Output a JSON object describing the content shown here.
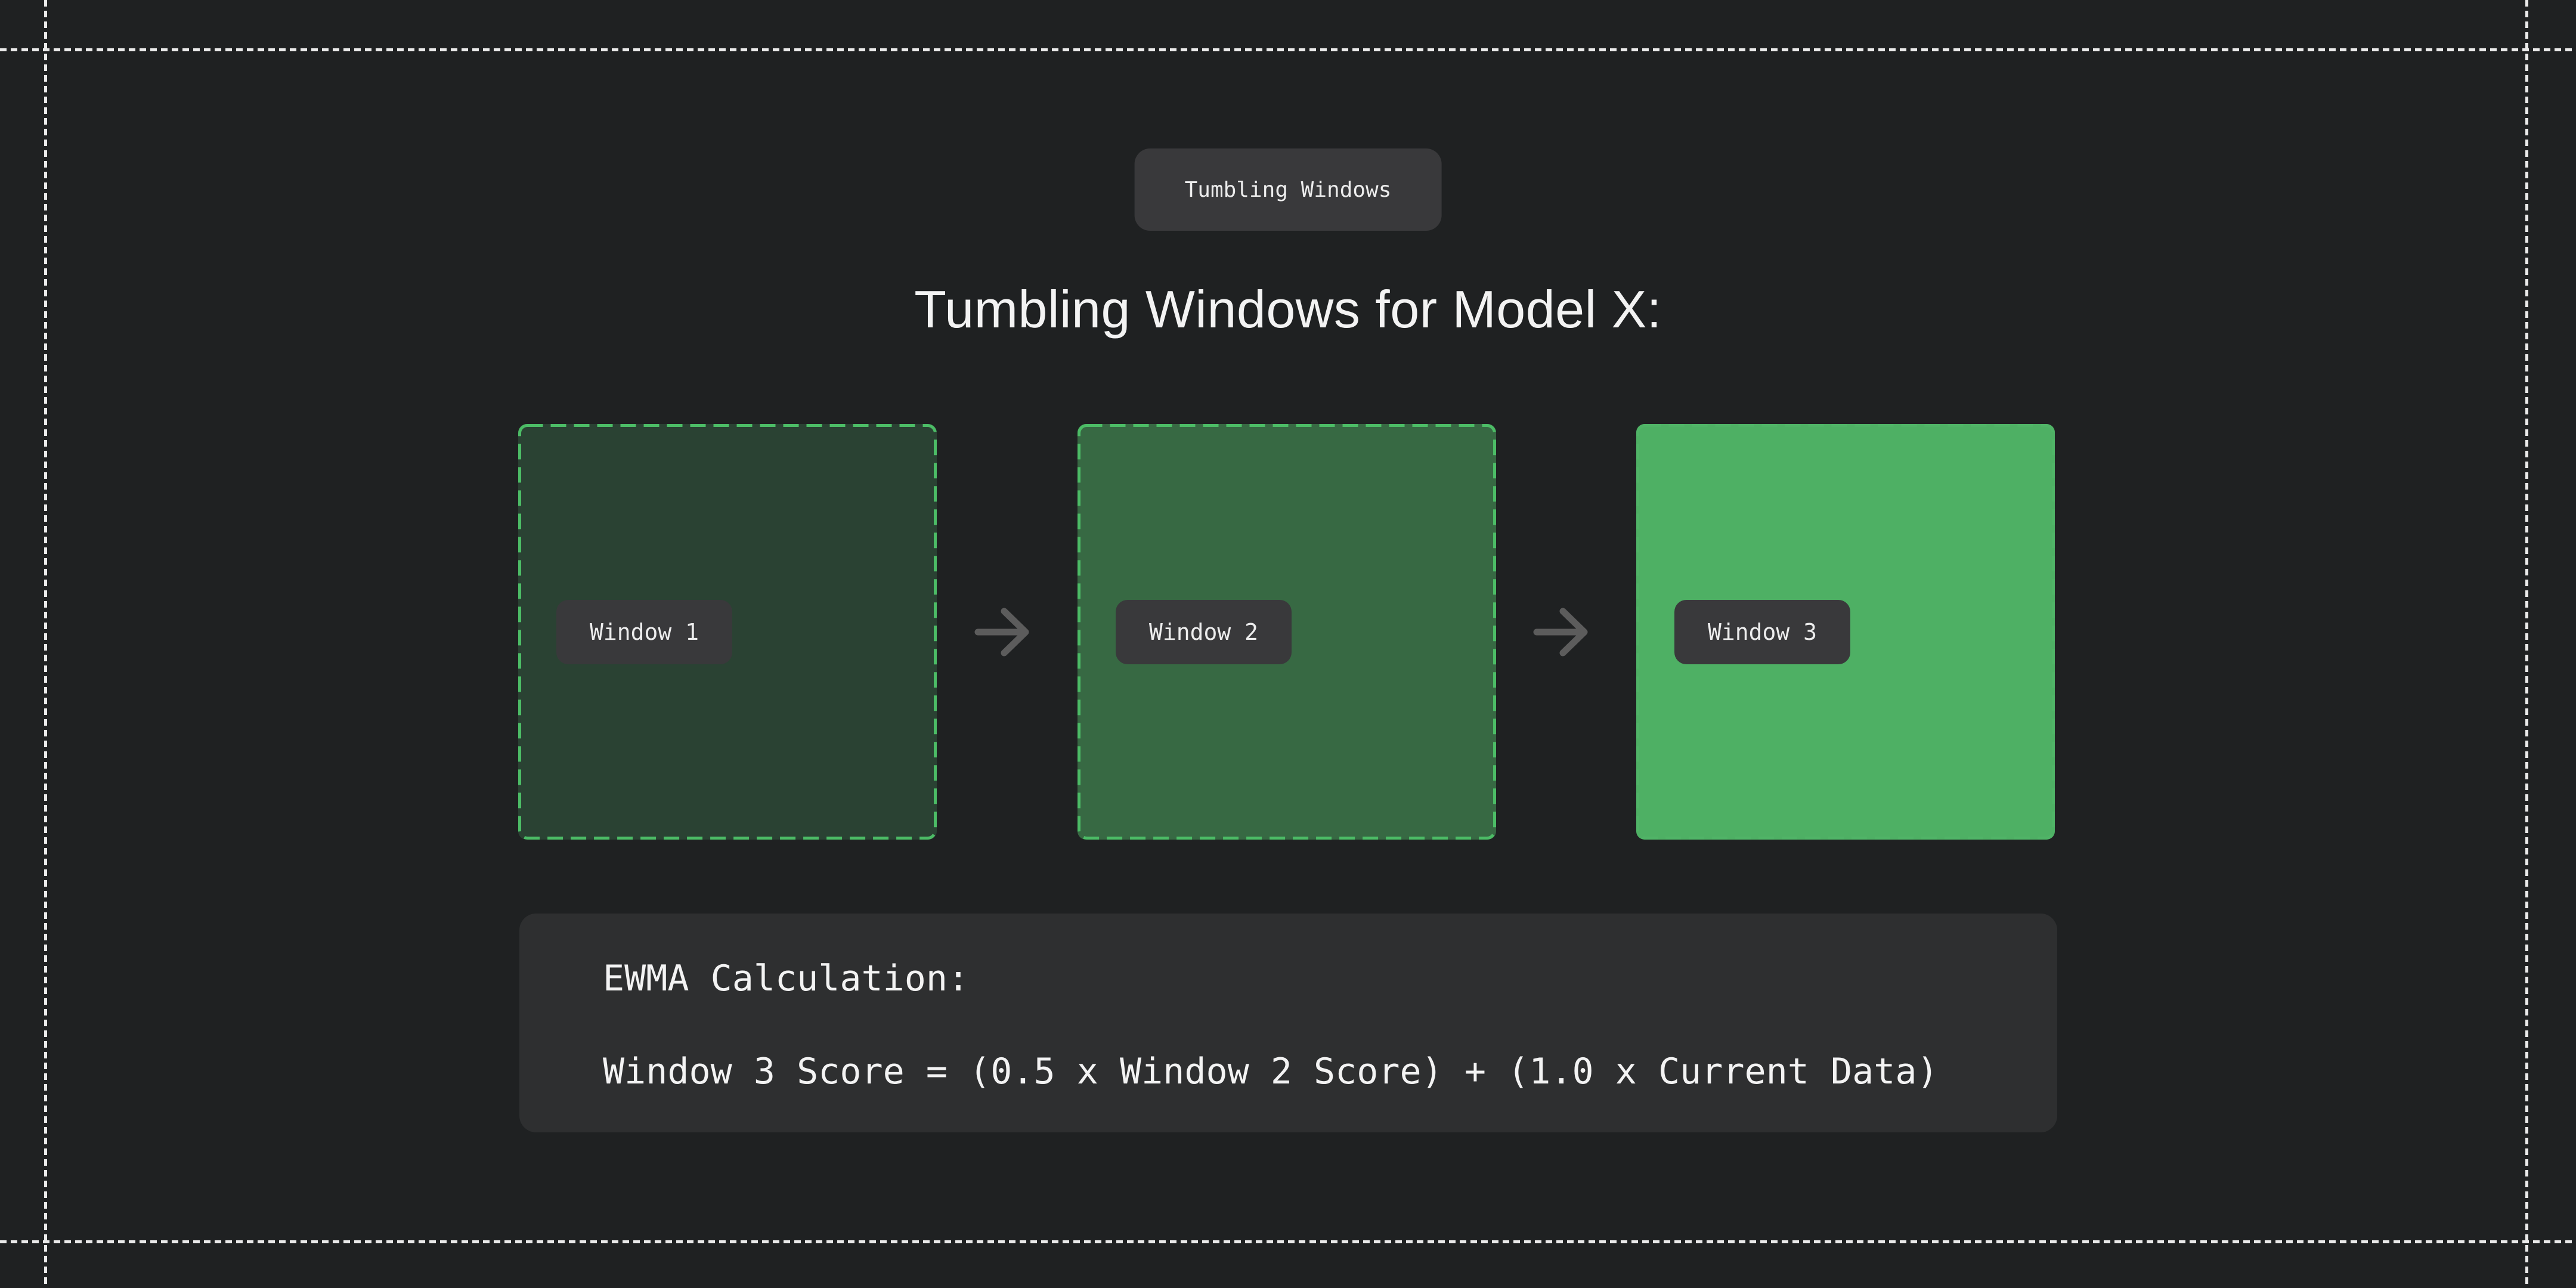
{
  "badge": {
    "label": "Tumbling Windows"
  },
  "title": "Tumbling Windows for Model X:",
  "diagram": {
    "boxes": [
      {
        "label": "Window 1",
        "fill": "#2a4233",
        "border": "#4cbc66"
      },
      {
        "label": "Window 2",
        "fill": "#376943",
        "border": "#4cbc66"
      },
      {
        "label": "Window 3",
        "fill": "#4eb064",
        "border": "#50b467"
      }
    ],
    "arrow_icon": "right-arrow"
  },
  "panel": {
    "line1": "EWMA Calculation:",
    "line2": "Window 3 Score = (0.5 x Window 2 Score) + (1.0 x Current Data)"
  },
  "colors": {
    "background": "#1f2122",
    "frame_dash": "#eaeaea",
    "chip_bg": "#39393b",
    "chip_text": "#ededed",
    "panel_bg": "#2e2f30",
    "arrow": "#5c5c5c",
    "text": "#f3f3f3"
  }
}
